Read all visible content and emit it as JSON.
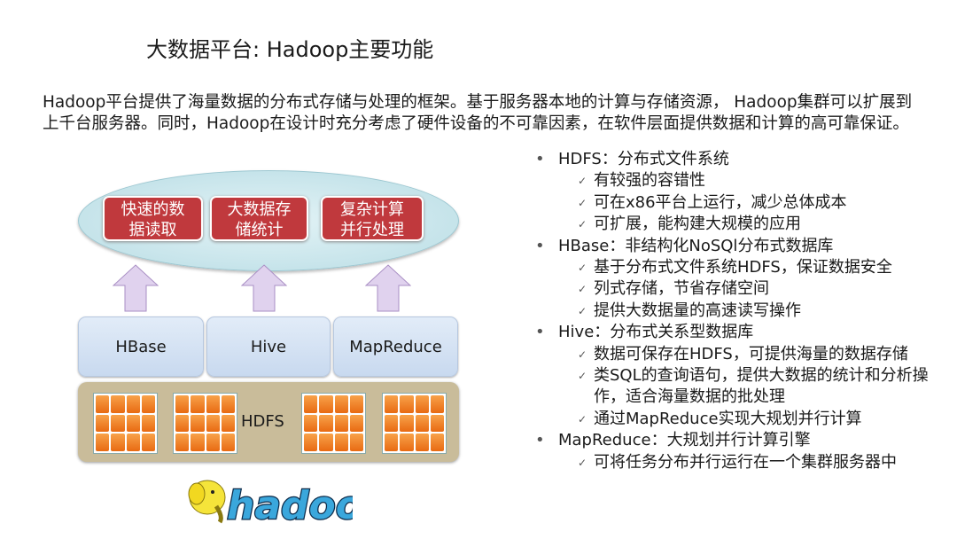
{
  "title": "大数据平台:  Hadoop主要功能",
  "intro": "Hadoop平台提供了海量数据的分布式存储与处理的框架。基于服务器本地的计算与存储资源， Hadoop集群可以扩展到上千台服务器。同时，Hadoop在设计时充分考虑了硬件设备的不可靠因素，在软件层面提供数据和计算的高可靠保证。",
  "list": [
    {
      "label": "HDFS：分布式文件系统",
      "items": [
        "有较强的容错性",
        "可在x86平台上运行，减少总体成本",
        "可扩展，能构建大规模的应用"
      ]
    },
    {
      "label": "HBase：非结构化NoSQl分布式数据库",
      "items": [
        "基于分布式文件系统HDFS，保证数据安全",
        "列式存储，节省存储空间",
        "提供大数据量的高速读写操作"
      ]
    },
    {
      "label": "Hive：分布式关系型数据库",
      "items": [
        "数据可保存在HDFS，可提供海量的数据存储",
        "类SQL的查询语句，提供大数据的统计和分析操作，适合海量数据的批处理",
        "通过MapReduce实现大规划并行计算"
      ]
    },
    {
      "label": "MapReduce：大规划并行计算引擎",
      "items": [
        "可将任务分布并行运行在一个集群服务器中"
      ]
    }
  ],
  "diagram": {
    "functions": [
      "快速的数据读取",
      "大数据存储统计",
      "复杂计算并行处理"
    ],
    "components": [
      "HBase",
      "Hive",
      "MapReduce"
    ],
    "storage": "HDFS",
    "logo": "hadoop"
  }
}
